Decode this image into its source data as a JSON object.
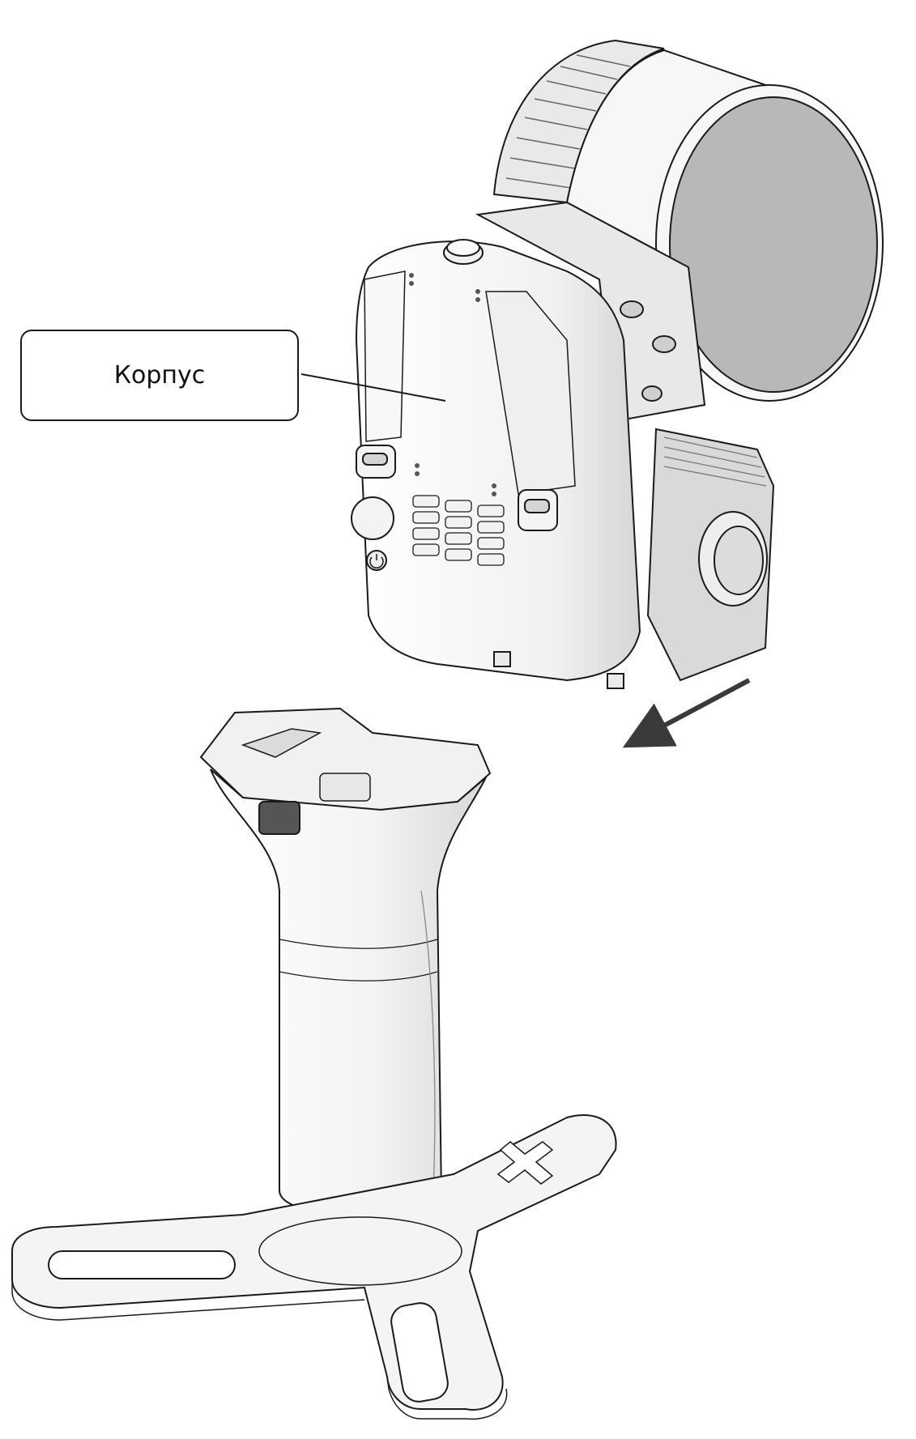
{
  "callout": {
    "label": "Корпус"
  },
  "colors": {
    "outline": "#1a1a1a",
    "body_fill": "#f4f4f4",
    "shade_fill": "#d9d9d9",
    "lens_fill": "#b8b8b8",
    "arrow": "#3a3a3a"
  },
  "parts": [
    "device-body",
    "gimbal-head",
    "handle-grip",
    "tripod-base",
    "motion-arrow"
  ]
}
